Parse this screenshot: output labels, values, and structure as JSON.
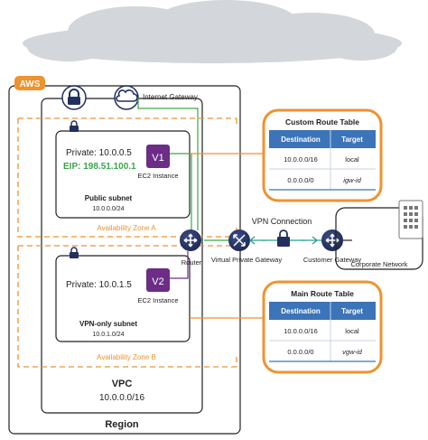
{
  "cloud_label": "",
  "aws_badge": "AWS",
  "internet_gateway": {
    "label": "Internet Gateway"
  },
  "region": {
    "label": "Region"
  },
  "vpc": {
    "label": "VPC",
    "cidr": "10.0.0.0/16"
  },
  "zone_a": {
    "label": "Availability Zone A"
  },
  "zone_b": {
    "label": "Availability Zone B"
  },
  "public_subnet": {
    "private_ip": "Private: 10.0.0.5",
    "eip": "EIP: 198.51.100.1",
    "instance_badge": "V1",
    "instance_label": "EC2 Instance",
    "name": "Public subnet",
    "cidr": "10.0.0.0/24"
  },
  "vpn_subnet": {
    "private_ip": "Private: 10.0.1.5",
    "instance_badge": "V2",
    "instance_label": "EC2 Instance",
    "name": "VPN-only subnet",
    "cidr": "10.0.1.0/24"
  },
  "router": {
    "label": "Router"
  },
  "vgw": {
    "label": "Virtual Private Gateway"
  },
  "vpn_connection": {
    "label": "VPN Connection"
  },
  "customer_gateway": {
    "label": "Customer Gateway"
  },
  "corporate_network": {
    "label": "Corporate Network"
  },
  "custom_route_table": {
    "title": "Custom Route Table",
    "headers": [
      "Destination",
      "Target"
    ],
    "rows": [
      [
        "10.0.0.0/16",
        "local"
      ],
      [
        "0.0.0.0/0",
        "igw-id"
      ]
    ]
  },
  "main_route_table": {
    "title": "Main Route Table",
    "headers": [
      "Destination",
      "Target"
    ],
    "rows": [
      [
        "10.0.0.0/16",
        "local"
      ],
      [
        "0.0.0.0/0",
        "vgw-id"
      ]
    ]
  },
  "colors": {
    "orange": "#f0922f",
    "purple": "#6b2d86",
    "navy": "#232f5f",
    "blue_header": "#3b74b8",
    "green": "#3aa64a",
    "cloud": "#d3d6da"
  }
}
